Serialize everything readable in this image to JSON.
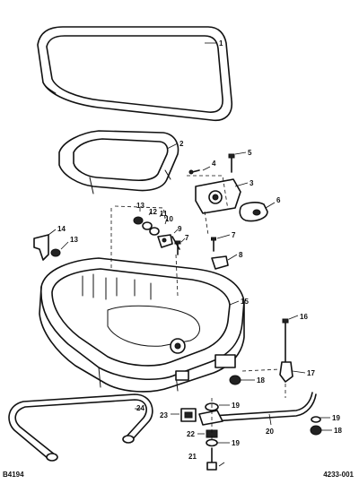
{
  "figure_code_left": "B4194",
  "figure_code_right": "4233-001",
  "callouts": [
    "1",
    "2",
    "3",
    "4",
    "5",
    "6",
    "7",
    "7",
    "8",
    "9",
    "10",
    "11",
    "12",
    "13",
    "13",
    "14",
    "15",
    "16",
    "17",
    "18",
    "18",
    "19",
    "19",
    "19",
    "20",
    "21",
    "22",
    "23",
    "24"
  ]
}
